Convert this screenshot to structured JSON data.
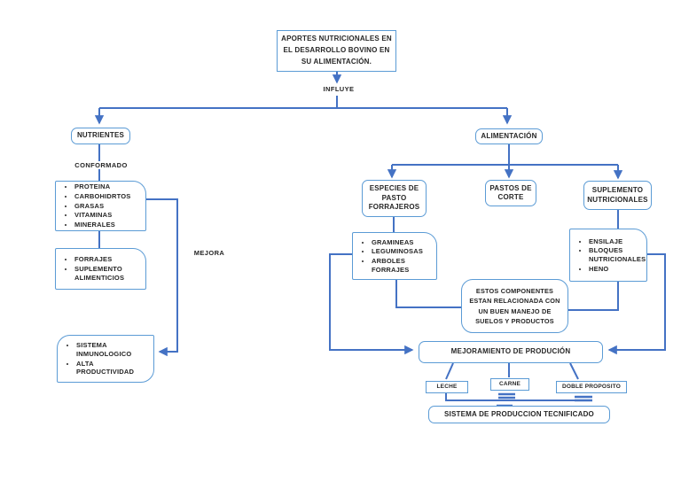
{
  "diagram": {
    "title": "APORTES NUTRICIONALES EN EL DESARROLLO BOVINO EN SU ALIMENTACIÓN.",
    "labels": {
      "influye": "INFLUYE",
      "conformado": "CONFORMADO",
      "mejora": "MEJORA"
    },
    "nodes": {
      "nutrientes": "NUTRIENTES",
      "alimentacion": "ALIMENTACIÓN",
      "especies_pasto": "ESPECIES DE PASTO FORRAJEROS",
      "pastos_corte": "PASTOS DE CORTE",
      "suplemento_nutricionales": "SUPLEMENTO NUTRICIONALES",
      "nota_componentes": "ESTOS COMPONENTES ESTAN RELACIONADA CON UN BUEN MANEJO DE SUELOS Y PRODUCTOS",
      "mejoramiento": "MEJORAMIENTO DE PRODUCIÓN",
      "leche": "LECHE",
      "carne": "CARNE",
      "doble_proposito": "DOBLE PROPOSITO",
      "sistema_produccion": "SISTEMA DE PRODUCCION TECNIFICADO"
    },
    "lists": {
      "componentes": [
        "PROTEINA",
        "CARBOHIDRTOS",
        "GRASAS",
        "VITAMINAS",
        "MINERALES"
      ],
      "forrajes": [
        "FORRAJES",
        "SUPLEMENTO ALIMENTICIOS"
      ],
      "beneficios": [
        "SISTEMA INMUNOLOGICO",
        "ALTA PRODUCTIVIDAD"
      ],
      "pastos": [
        "GRAMINEAS",
        "LEGUMINOSAS",
        "ARBOLES FORRAJES"
      ],
      "suplementos": [
        "ENSILAJE",
        "BLOQUES NUTRICIONALES",
        "HENO"
      ]
    },
    "colors": {
      "connector": "#4472C4",
      "box_border": "#5B9BD5",
      "text": "#262626",
      "background": "#ffffff"
    }
  }
}
